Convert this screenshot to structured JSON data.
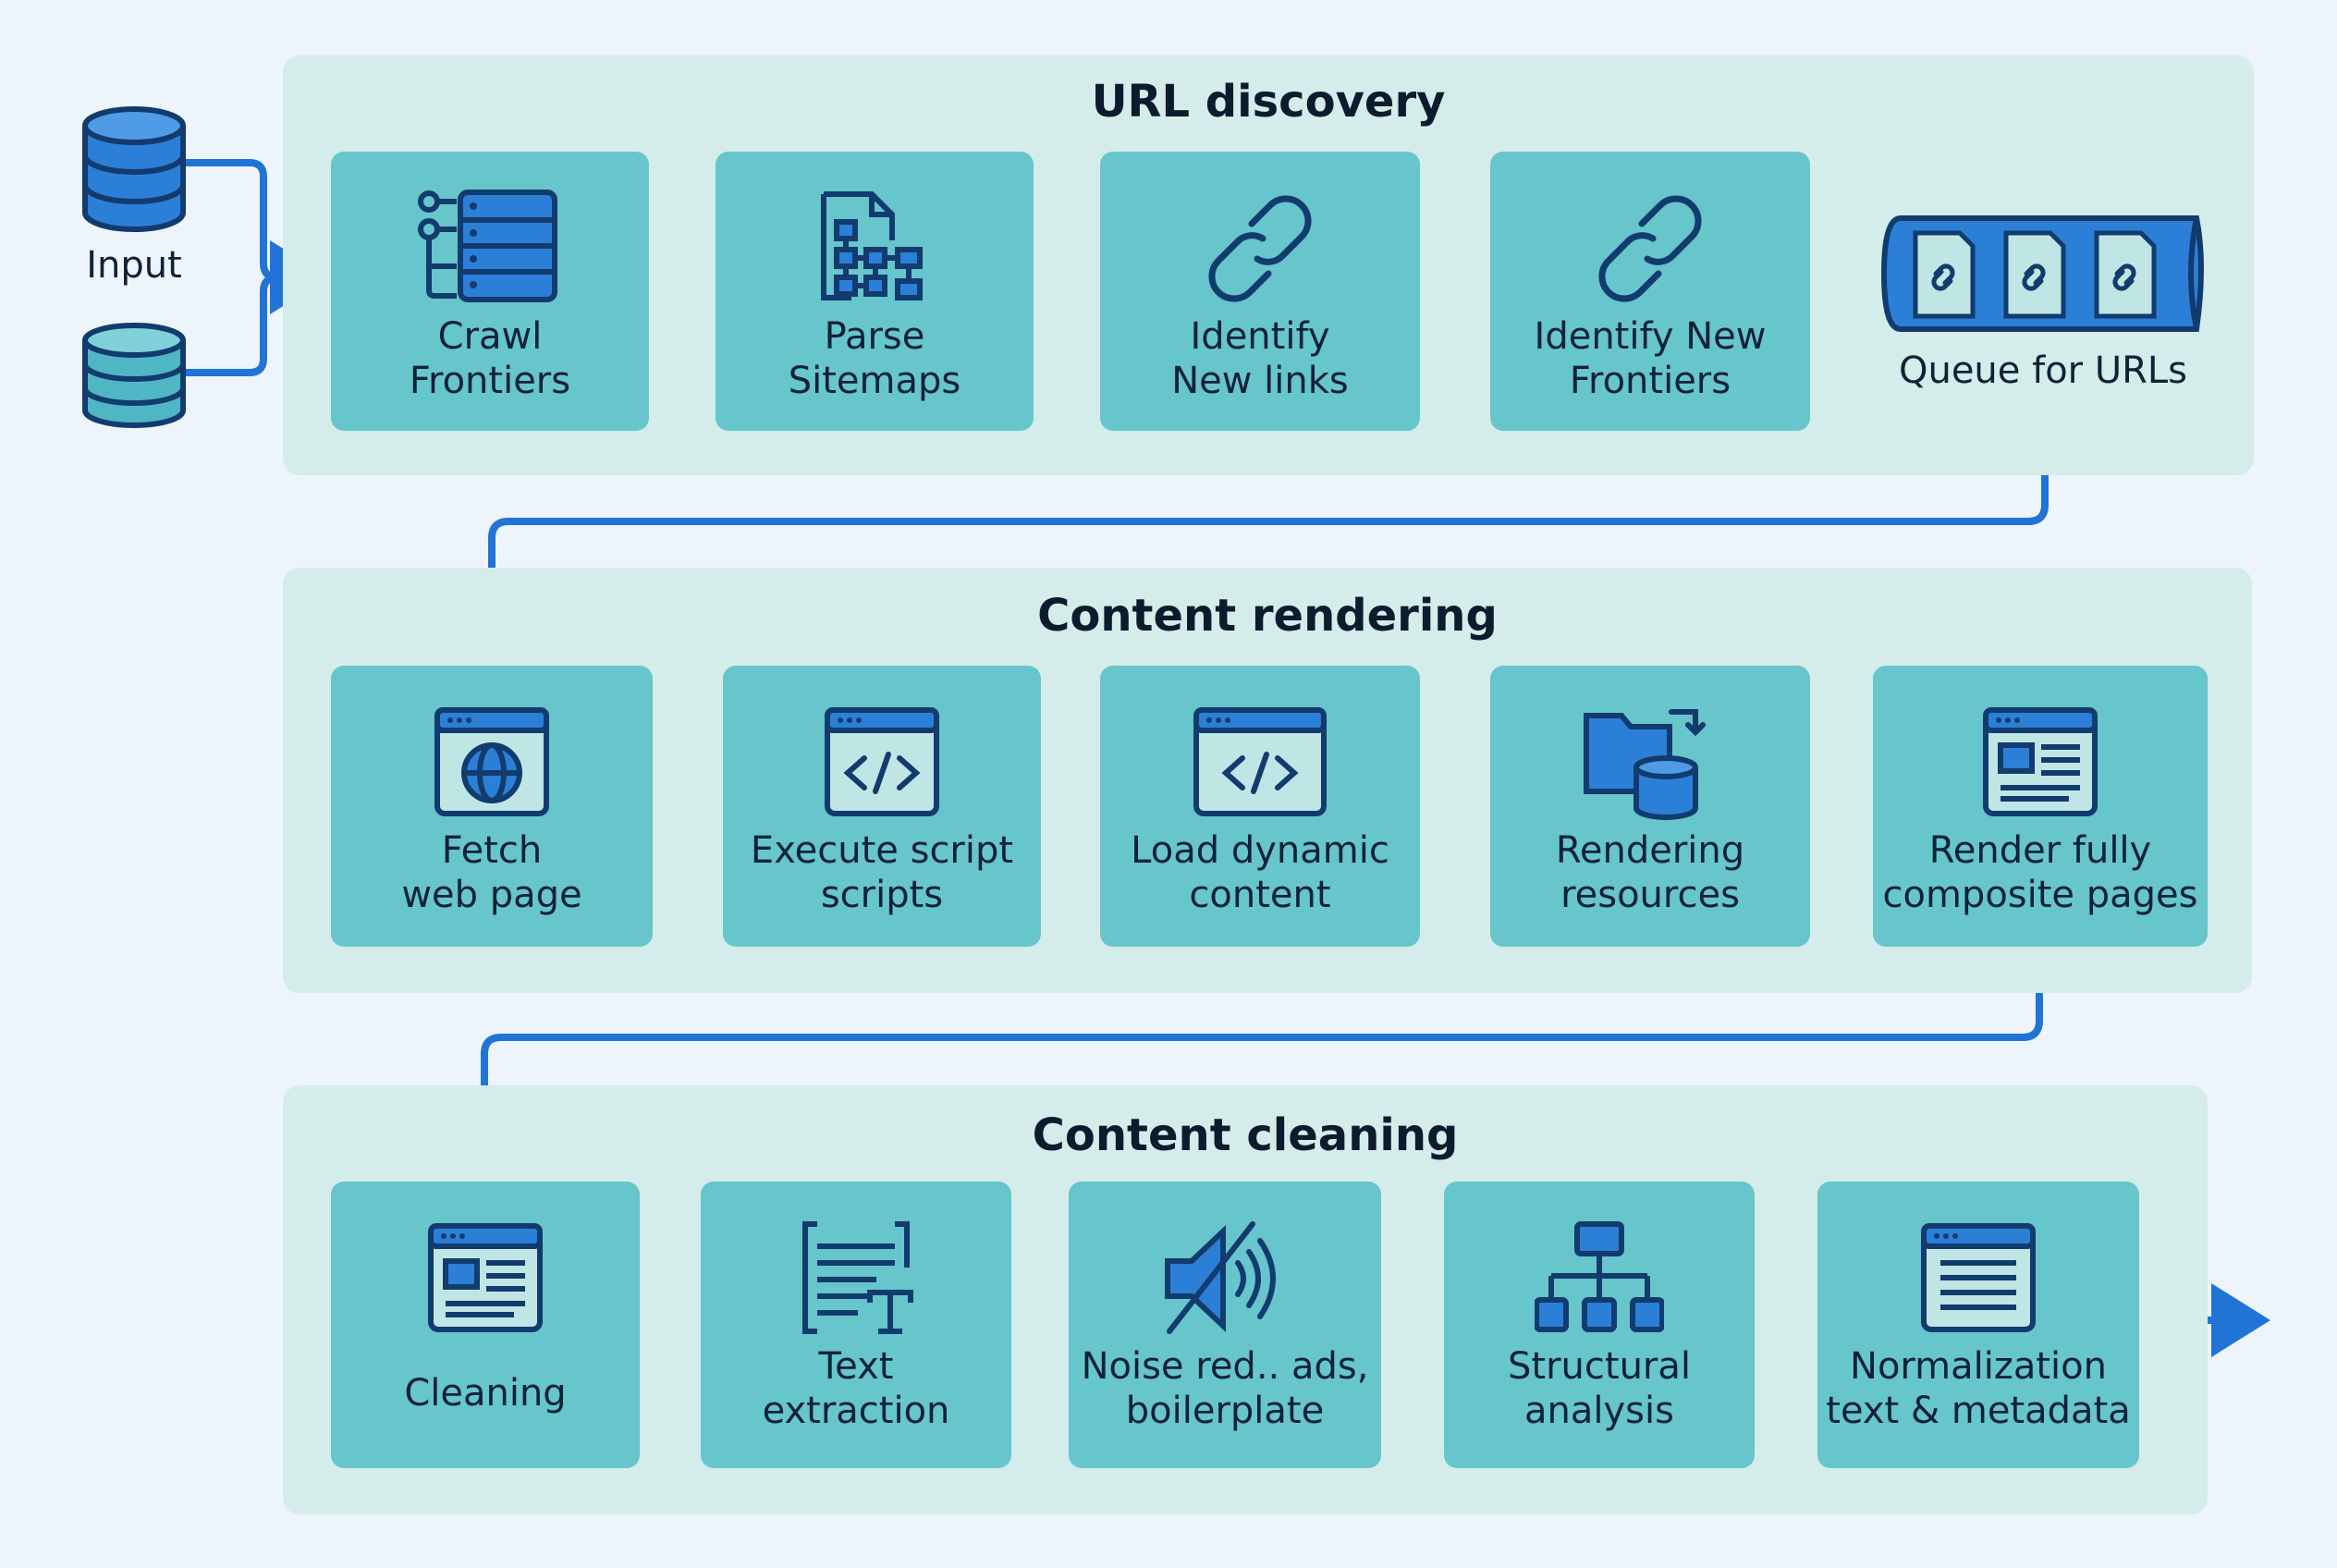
{
  "input": {
    "label": "Input"
  },
  "sections": [
    {
      "title": "URL discovery",
      "steps": [
        {
          "label": "Crawl\nFrontiers",
          "icon": "server-tree-icon"
        },
        {
          "label": "Parse\nSitemaps",
          "icon": "sitemap-icon"
        },
        {
          "label": "Identify\nNew links",
          "icon": "link-icon"
        },
        {
          "label": "Identify New\nFrontiers",
          "icon": "link-icon"
        }
      ],
      "queue": {
        "label": "Queue for URLs",
        "icon": "url-queue-icon"
      }
    },
    {
      "title": "Content rendering",
      "steps": [
        {
          "label": "Fetch\nweb page",
          "icon": "browser-globe-icon"
        },
        {
          "label": "Execute script\nscripts",
          "icon": "browser-code-icon"
        },
        {
          "label": "Load dynamic\ncontent",
          "icon": "browser-code-icon"
        },
        {
          "label": "Rendering\nresources",
          "icon": "folder-database-icon"
        },
        {
          "label": "Render fully\ncomposite pages",
          "icon": "browser-layout-icon"
        }
      ]
    },
    {
      "title": "Content cleaning",
      "steps": [
        {
          "label": "Cleaning",
          "icon": "browser-layout-icon"
        },
        {
          "label": "Text\nextraction",
          "icon": "text-extraction-icon"
        },
        {
          "label": "Noise red.. ads,\nboilerplate",
          "icon": "mute-speaker-icon"
        },
        {
          "label": "Structural\nanalysis",
          "icon": "hierarchy-icon"
        },
        {
          "label": "Normalization\ntext & metadata",
          "icon": "browser-document-icon"
        }
      ]
    }
  ],
  "colors": {
    "background": "#eef4fb",
    "panel": "#d4ecea",
    "card": "#67c5cc",
    "arrow": "#1f74d6",
    "icon_stroke": "#123b6e",
    "icon_fill": "#2c7fd6"
  }
}
